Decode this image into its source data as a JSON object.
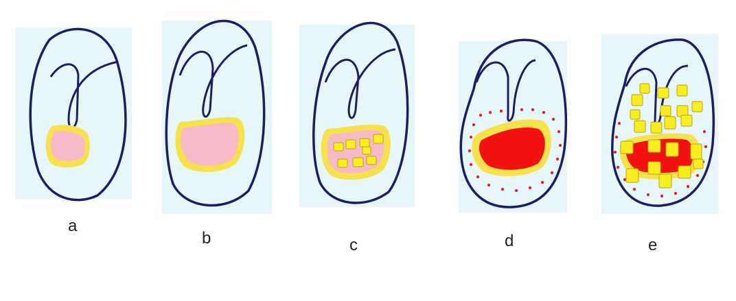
{
  "labels": {
    "a": "a",
    "b": "b",
    "c": "c",
    "d": "d",
    "e": "e"
  },
  "colors": {
    "outline": "#1e1f63",
    "background_wash": "#e6f6fa",
    "pink_region": "#f7b8c8",
    "yellow_ring": "#f6e24a",
    "yellow_block": "#f8ee1e",
    "block_edge": "#b9a416",
    "red_region": "#f21212",
    "red_dot": "#e0262a"
  }
}
